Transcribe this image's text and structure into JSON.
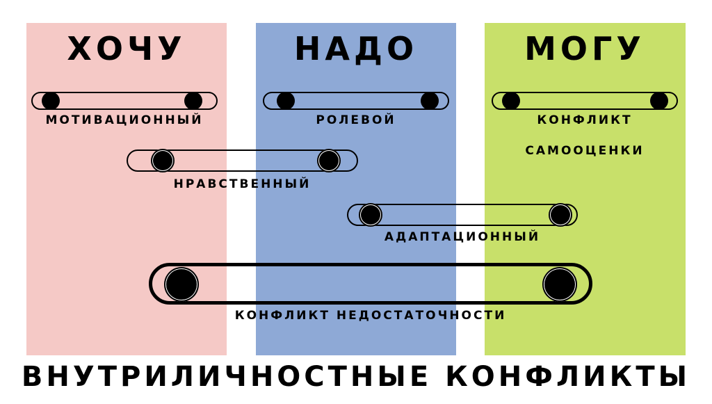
{
  "colors": {
    "want_bg": "#F5C9C6",
    "need_bg": "#8EA9D6",
    "can_bg": "#C8E06A",
    "ink": "#000000"
  },
  "columns": {
    "want": "ХОЧУ",
    "need": "НАДО",
    "can": "МОГУ"
  },
  "conflicts": {
    "motivational": "МОТИВАЦИОННЫЙ",
    "role": "РОЛЕВОЙ",
    "self_esteem_line1": "КОНФЛИКТ",
    "self_esteem_line2": "САМООЦЕНКИ",
    "moral": "НРАВСТВЕННЫЙ",
    "adaptive": "АДАПТАЦИОННЫЙ",
    "insufficiency": "КОНФЛИКТ НЕДОСТАТОЧНОСТИ"
  },
  "title": "ВНУТРИЛИЧНОСТНЫЕ КОНФЛИКТЫ"
}
